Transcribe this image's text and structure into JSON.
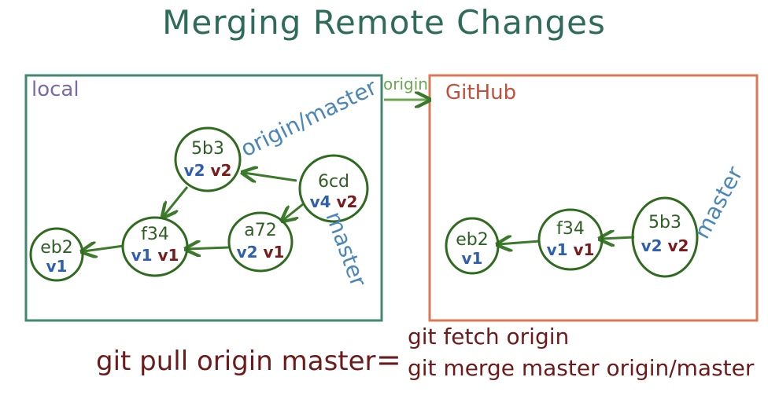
{
  "title": "Merging Remote Changes",
  "local_box": {
    "label": "local"
  },
  "github_box": {
    "label": "GitHub"
  },
  "remote_arrow_label": "origin",
  "refs": {
    "origin_master": "origin/master",
    "local_master": "master",
    "github_master": "master"
  },
  "local_commits": [
    {
      "id": "eb2",
      "versions": [
        "v1"
      ]
    },
    {
      "id": "f34",
      "versions": [
        "v1",
        "v1"
      ]
    },
    {
      "id": "a72",
      "versions": [
        "v2",
        "v1"
      ]
    },
    {
      "id": "5b3",
      "versions": [
        "v2",
        "v2"
      ]
    },
    {
      "id": "6cd",
      "versions": [
        "v4",
        "v2"
      ]
    }
  ],
  "github_commits": [
    {
      "id": "eb2",
      "versions": [
        "v1"
      ]
    },
    {
      "id": "f34",
      "versions": [
        "v1",
        "v1"
      ]
    },
    {
      "id": "5b3",
      "versions": [
        "v2",
        "v2"
      ]
    }
  ],
  "command": {
    "left": "git pull origin master",
    "equals": "=",
    "right_line1": "git fetch origin",
    "right_line2": "git merge master origin/master"
  },
  "colors": {
    "local_border": "#3f8a6e",
    "github_border": "#d97a55",
    "node_stroke": "#2f6b1f",
    "arrow": "#3a7a2a",
    "first_version": "#2f5fb0",
    "second_version": "#7a1a1a",
    "ref_label": "#4a86b8",
    "command_text": "#6e1a1a",
    "local_label": "#7a6aa8",
    "github_label": "#c0503a"
  }
}
